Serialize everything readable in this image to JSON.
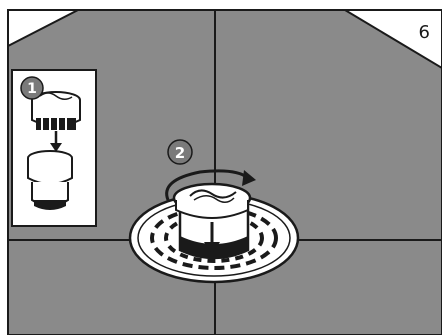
{
  "page_number": "6",
  "inset": {
    "step_label": "1"
  },
  "main": {
    "step_label": "2"
  },
  "colors": {
    "background_gray": "#8a8a8a",
    "line": "#1a1a1a",
    "panel": "#ffffff",
    "badge": "#7a7a7a"
  }
}
